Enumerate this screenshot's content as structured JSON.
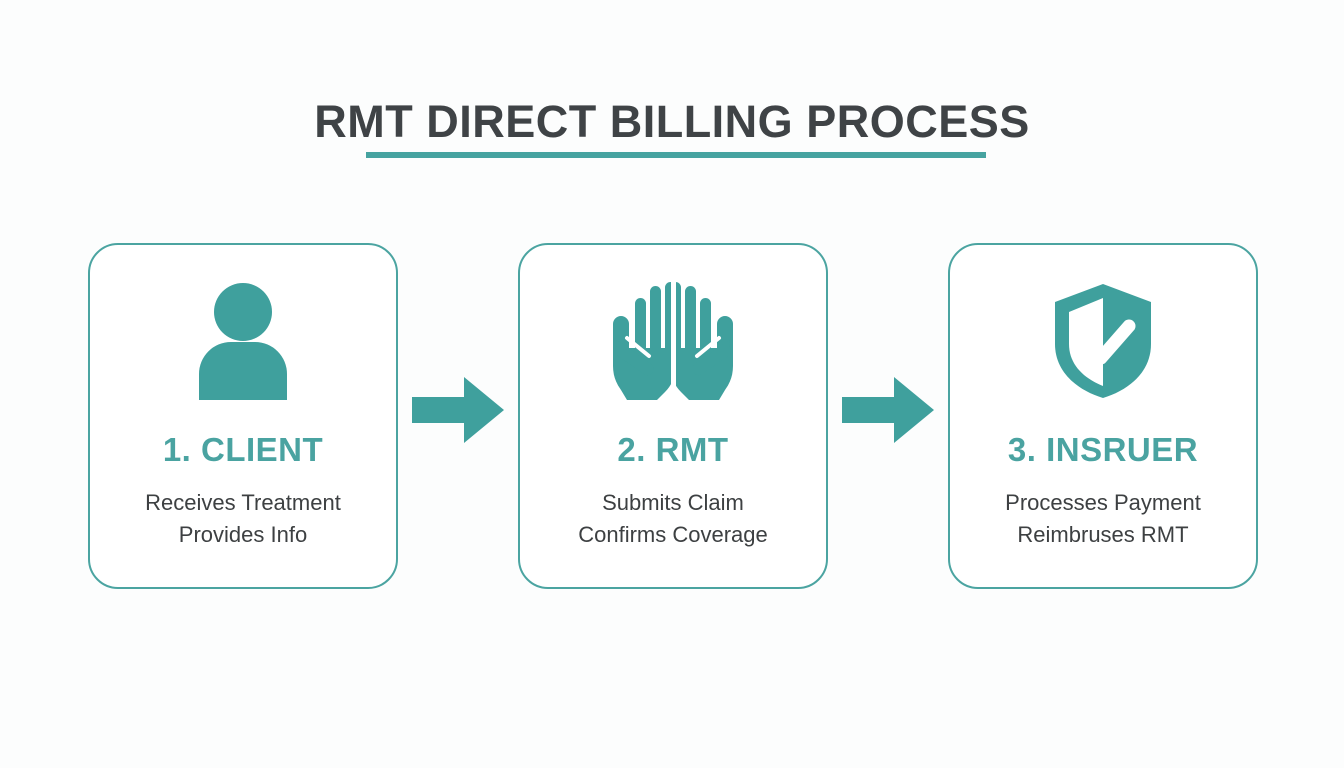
{
  "title": {
    "text": "RMT DIRECT BILLING PROCESS",
    "underline_color": "#46a3a0",
    "color": "#3f4346"
  },
  "theme": {
    "background": "#fcfdfd",
    "accent_teal": "#46a3a0",
    "heading_teal": "#4aa3a1",
    "card_border": "#4ba4a1",
    "card_fill": "#ffffff",
    "body_text": "#3d4042"
  },
  "steps": [
    {
      "icon": "person-icon",
      "heading": "1. CLIENT",
      "desc_line1": "Receives Treatment",
      "desc_line2": "Provides Info"
    },
    {
      "icon": "open-hands-icon",
      "heading": "2. RMT",
      "desc_line1": "Submits Claim",
      "desc_line2": "Confirms Coverage"
    },
    {
      "icon": "shield-check-icon",
      "heading": "3. INSRUER",
      "desc_line1": "Processes Payment",
      "desc_line2": "Reimbruses RMT"
    }
  ],
  "connectors": [
    {
      "icon": "arrow-right-icon"
    },
    {
      "icon": "arrow-right-icon"
    }
  ]
}
